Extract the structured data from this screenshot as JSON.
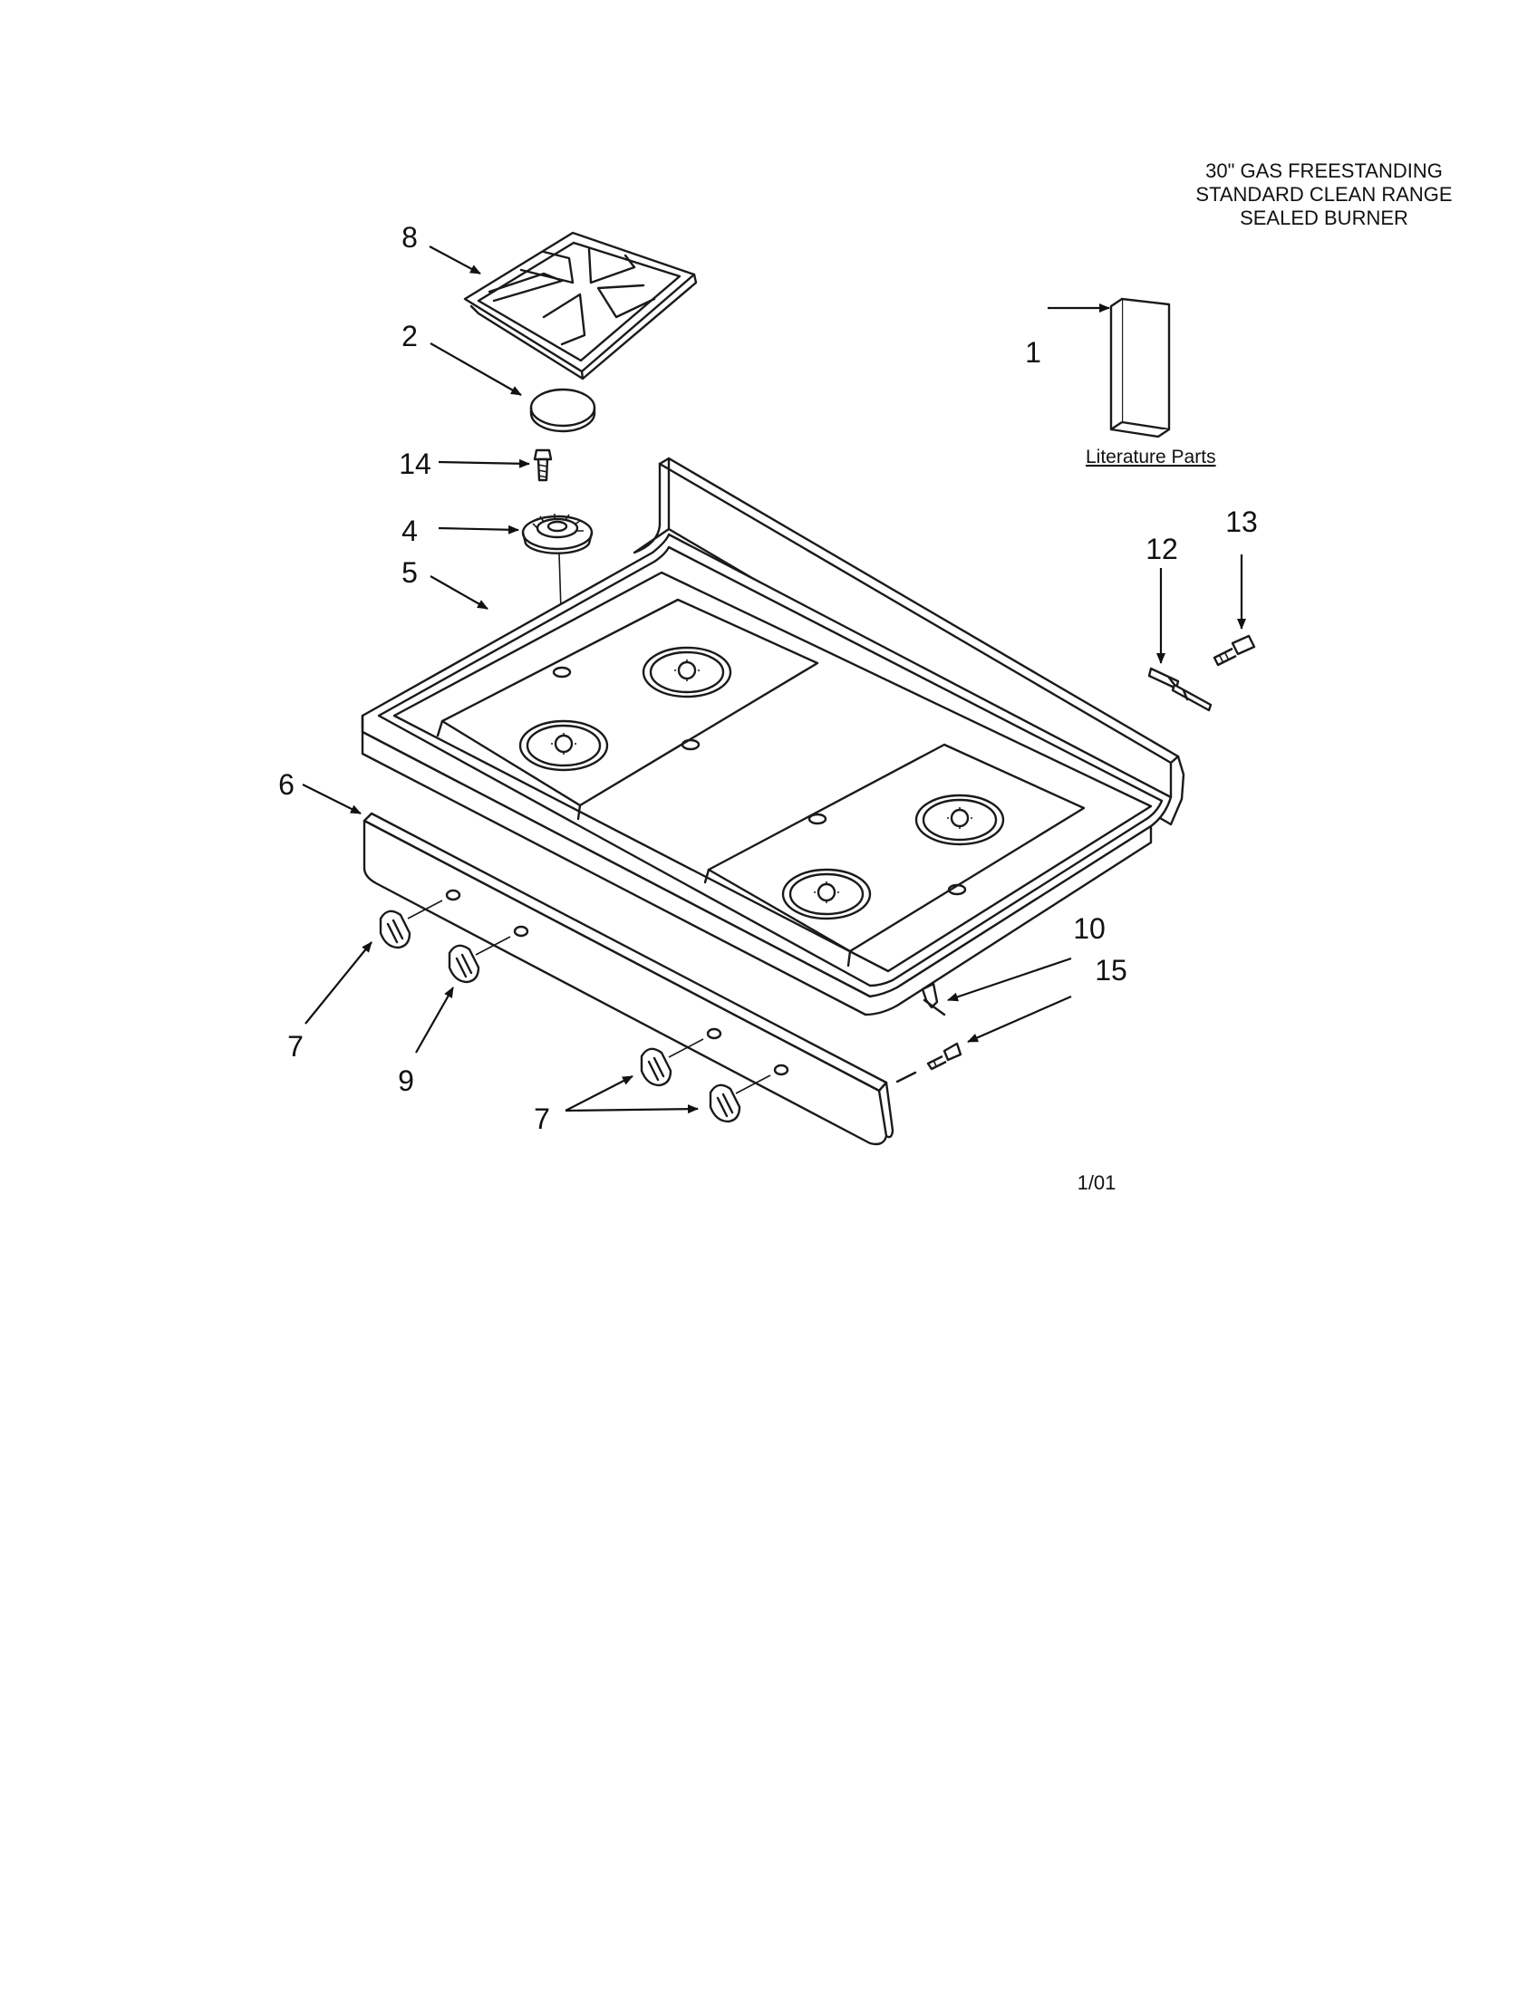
{
  "title": {
    "line1": "30\" GAS FREESTANDING",
    "line2": "STANDARD CLEAN RANGE",
    "line3": "SEALED BURNER"
  },
  "literature_label": "Literature Parts",
  "date": "1/01",
  "callouts": {
    "c1": "1",
    "c2": "2",
    "c4": "4",
    "c5": "5",
    "c6": "6",
    "c7a": "7",
    "c7b": "7",
    "c8": "8",
    "c9": "9",
    "c10": "10",
    "c12": "12",
    "c13": "13",
    "c14": "14",
    "c15": "15"
  }
}
